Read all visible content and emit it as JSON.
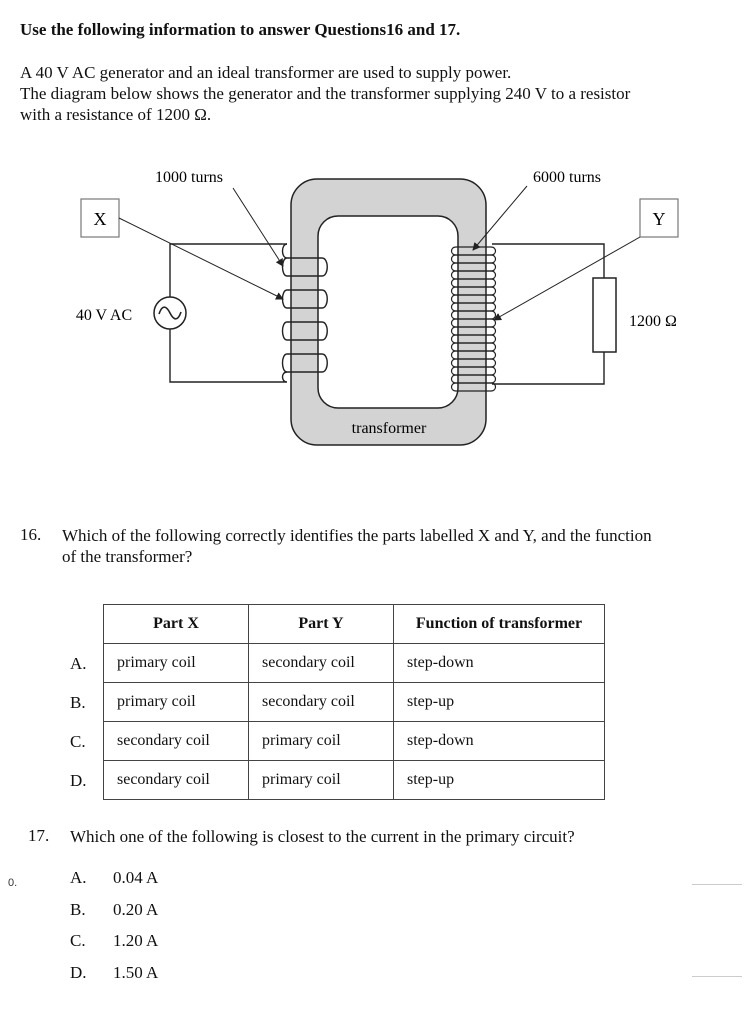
{
  "heading": "Use the following information to answer Questions16 and 17.",
  "intro": [
    "A 40 V AC generator and an ideal transformer are used to supply power.",
    "The diagram below shows the generator and the transformer supplying 240 V to a resistor",
    "with a resistance of 1200 Ω."
  ],
  "diagram": {
    "primary_turns": "1000 turns",
    "secondary_turns": "6000 turns",
    "label_x": "X",
    "label_y": "Y",
    "generator": "40 V AC",
    "resistor": "1200 Ω",
    "core": "transformer"
  },
  "q16": {
    "number": "16.",
    "text_line1": "Which of the following correctly identifies the parts labelled X and Y, and the function",
    "text_line2": "of the transformer?",
    "headers": [
      "Part X",
      "Part Y",
      "Function of transformer"
    ],
    "rows": [
      {
        "label": "A.",
        "x": "primary coil",
        "y": "secondary coil",
        "fn": "step-down"
      },
      {
        "label": "B.",
        "x": "primary coil",
        "y": "secondary coil",
        "fn": "step-up"
      },
      {
        "label": "C.",
        "x": "secondary coil",
        "y": "primary coil",
        "fn": "step-down"
      },
      {
        "label": "D.",
        "x": "secondary coil",
        "y": "primary coil",
        "fn": "step-up"
      }
    ]
  },
  "q17": {
    "number": "17.",
    "text": "Which one of the following is closest to the current in the primary circuit?",
    "options": [
      {
        "label": "A.",
        "value": "0.04 A"
      },
      {
        "label": "B.",
        "value": "0.20 A"
      },
      {
        "label": "C.",
        "value": "1.20 A"
      },
      {
        "label": "D.",
        "value": "1.50 A"
      }
    ]
  },
  "margin_mark": "0."
}
